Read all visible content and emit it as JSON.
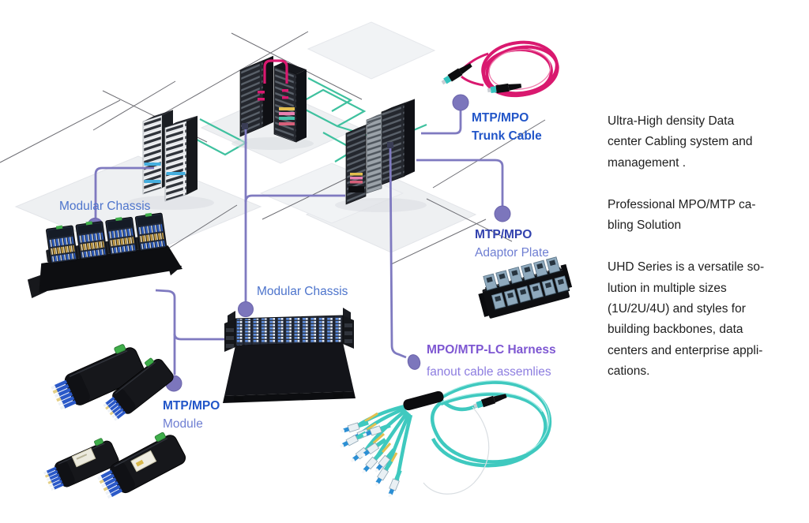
{
  "callouts": {
    "modular_chassis_left": {
      "label": "Modular Chassis"
    },
    "trunk_cable": {
      "line1": "MTP/MPO",
      "line2": "Trunk Cable"
    },
    "adaptor_plate": {
      "line1": "MTP/MPO",
      "line2": "Adaptor Plate"
    },
    "modular_chassis_center": {
      "label": "Modular Chassis"
    },
    "module": {
      "line1": "MTP/MPO",
      "line2": "Module"
    },
    "harness": {
      "line1": "MPO/MTP-LC Harness",
      "line2": "fanout cable assemlies"
    }
  },
  "description_panel": {
    "paragraph1": {
      "lines": [
        "Ultra-High density Data",
        "center Cabling system and",
        "management ."
      ]
    },
    "paragraph2": {
      "lines": [
        "Professional MPO/MTP ca-",
        "bling Solution"
      ]
    },
    "paragraph3": {
      "lines": [
        "UHD Series is a versatile so-",
        "lution in multiple sizes",
        "(1U/2U/4U) and styles for",
        "building backbones, data",
        "centers and enterprise appli-",
        "cations."
      ]
    }
  },
  "colors": {
    "callout_line": "#7f7ac0",
    "callout_node": "#7c76bc",
    "label_blue": "#2155c8",
    "label_periwinkle": "#6e7ed2",
    "label_chassis_blue": "#4d74cc",
    "label_purple": "#7e57d2",
    "teal_cable": "#3fc19f",
    "magenta_cable": "#d9196f",
    "aqua_cable": "#3fc9bf",
    "body_text": "#202020",
    "background": "#ffffff"
  }
}
